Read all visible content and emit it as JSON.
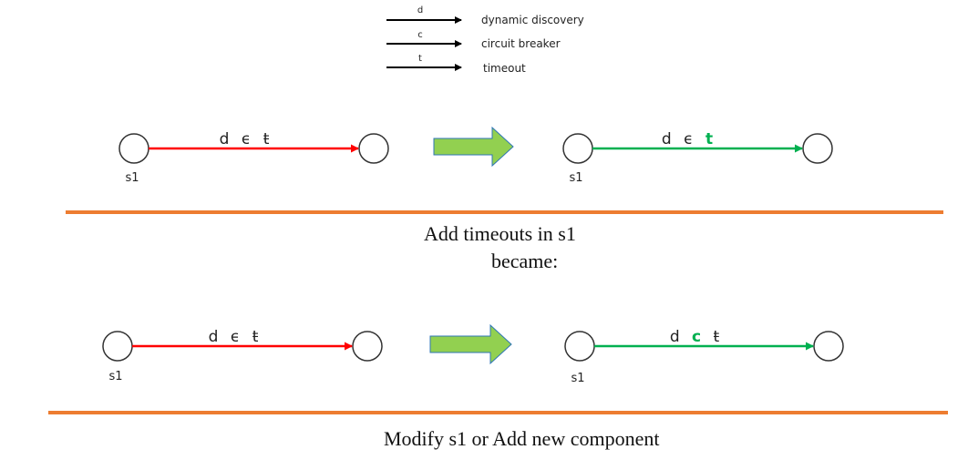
{
  "colors": {
    "edge_before": "#ff0000",
    "edge_after": "#00b050",
    "highlight": "#00b050",
    "divider": "#ed7d31",
    "arrow_fill": "#92d050",
    "arrow_stroke": "#2e75b6",
    "text": "#222222"
  },
  "legend": [
    {
      "key": "d",
      "label": "dynamic discovery"
    },
    {
      "key": "c",
      "label": "circuit breaker"
    },
    {
      "key": "t",
      "label": "timeout"
    }
  ],
  "scenario1": {
    "before": {
      "node_label": "s1",
      "tokens": [
        {
          "text": "d",
          "active": false
        },
        {
          "text": "ϵ",
          "active": false
        },
        {
          "text": "ŧ",
          "active": false
        }
      ]
    },
    "after": {
      "node_label": "s1",
      "tokens": [
        {
          "text": "d",
          "active": false
        },
        {
          "text": "ϵ",
          "active": false
        },
        {
          "text": "t",
          "active": true
        }
      ]
    },
    "caption_line1": "Add timeouts in s1",
    "caption_line2": "became:"
  },
  "scenario2": {
    "before": {
      "node_label": "s1",
      "tokens": [
        {
          "text": "d",
          "active": false
        },
        {
          "text": "ϵ",
          "active": false
        },
        {
          "text": "ŧ",
          "active": false
        }
      ]
    },
    "after": {
      "node_label": "s1",
      "tokens": [
        {
          "text": "d",
          "active": false
        },
        {
          "text": "c",
          "active": true
        },
        {
          "text": "ŧ",
          "active": false
        }
      ]
    },
    "caption": "Modify s1 or Add new component"
  }
}
